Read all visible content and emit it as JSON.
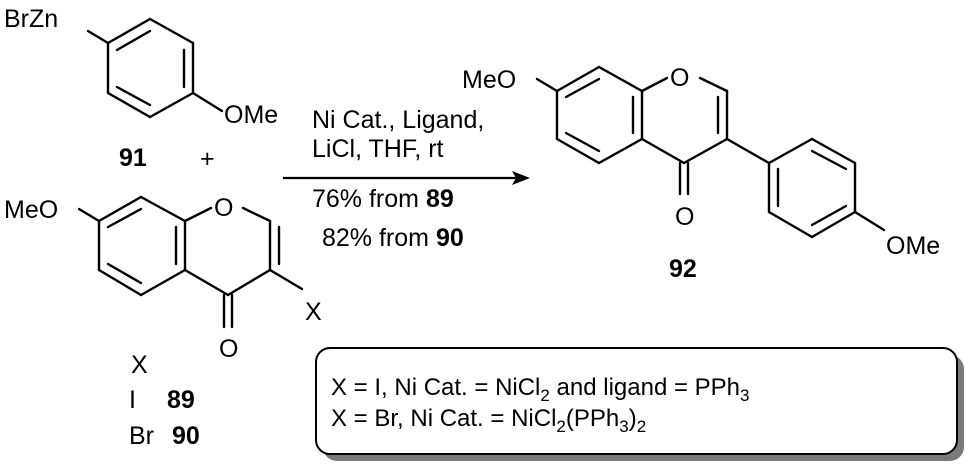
{
  "reagent": {
    "group": "BrZn",
    "substituent": "OMe",
    "id": "91"
  },
  "plus": "+",
  "substrate": {
    "substituent": "MeO",
    "ring_o": "O",
    "carbonyl_o": "O",
    "x": "X"
  },
  "product": {
    "substituent_left": "MeO",
    "ring_o": "O",
    "carbonyl_o": "O",
    "substituent_right": "OMe",
    "id": "92"
  },
  "conditions": {
    "line1": "Ni Cat., Ligand,",
    "line2": "LiCl, THF, rt",
    "yield1_text": "76% from ",
    "yield1_ref": "89",
    "yield2_text": "82% from ",
    "yield2_ref": "90"
  },
  "table": {
    "header": "X",
    "rows": [
      {
        "x": "I",
        "id": "89"
      },
      {
        "x": "Br",
        "id": "90"
      }
    ]
  },
  "note": {
    "line1_pre": "X = I, Ni Cat. = NiCl",
    "line1_sub": "2",
    "line1_mid": " and ligand = PPh",
    "line1_sub2": "3",
    "line2_pre": "X = Br, Ni Cat. = NiCl",
    "line2_sub": "2",
    "line2_mid": "(PPh",
    "line2_sub2": "3",
    "line2_post": ")",
    "line2_sub3": "2"
  }
}
